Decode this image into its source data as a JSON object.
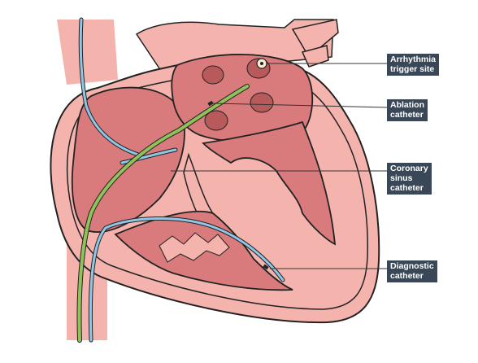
{
  "labels": {
    "arrhythmia": {
      "line1": "Arrhythmia",
      "line2": "trigger site"
    },
    "ablation": {
      "line1": "Ablation",
      "line2": "catheter"
    },
    "coronary": {
      "line1": "Coronary",
      "line2": "sinus",
      "line3": "catheter"
    },
    "diagnostic": {
      "line1": "Diagnostic",
      "line2": "catheter"
    }
  },
  "colors": {
    "tissue": "#f4b3ad",
    "chamber": "#d97b7c",
    "chamber_dark": "#c86a6c",
    "spot": "#b85a5c",
    "outline": "#222222",
    "ablation_catheter": "#8fc35a",
    "diagnostic_catheter": "#8fc8e6",
    "label_bg": "#3a4756"
  }
}
